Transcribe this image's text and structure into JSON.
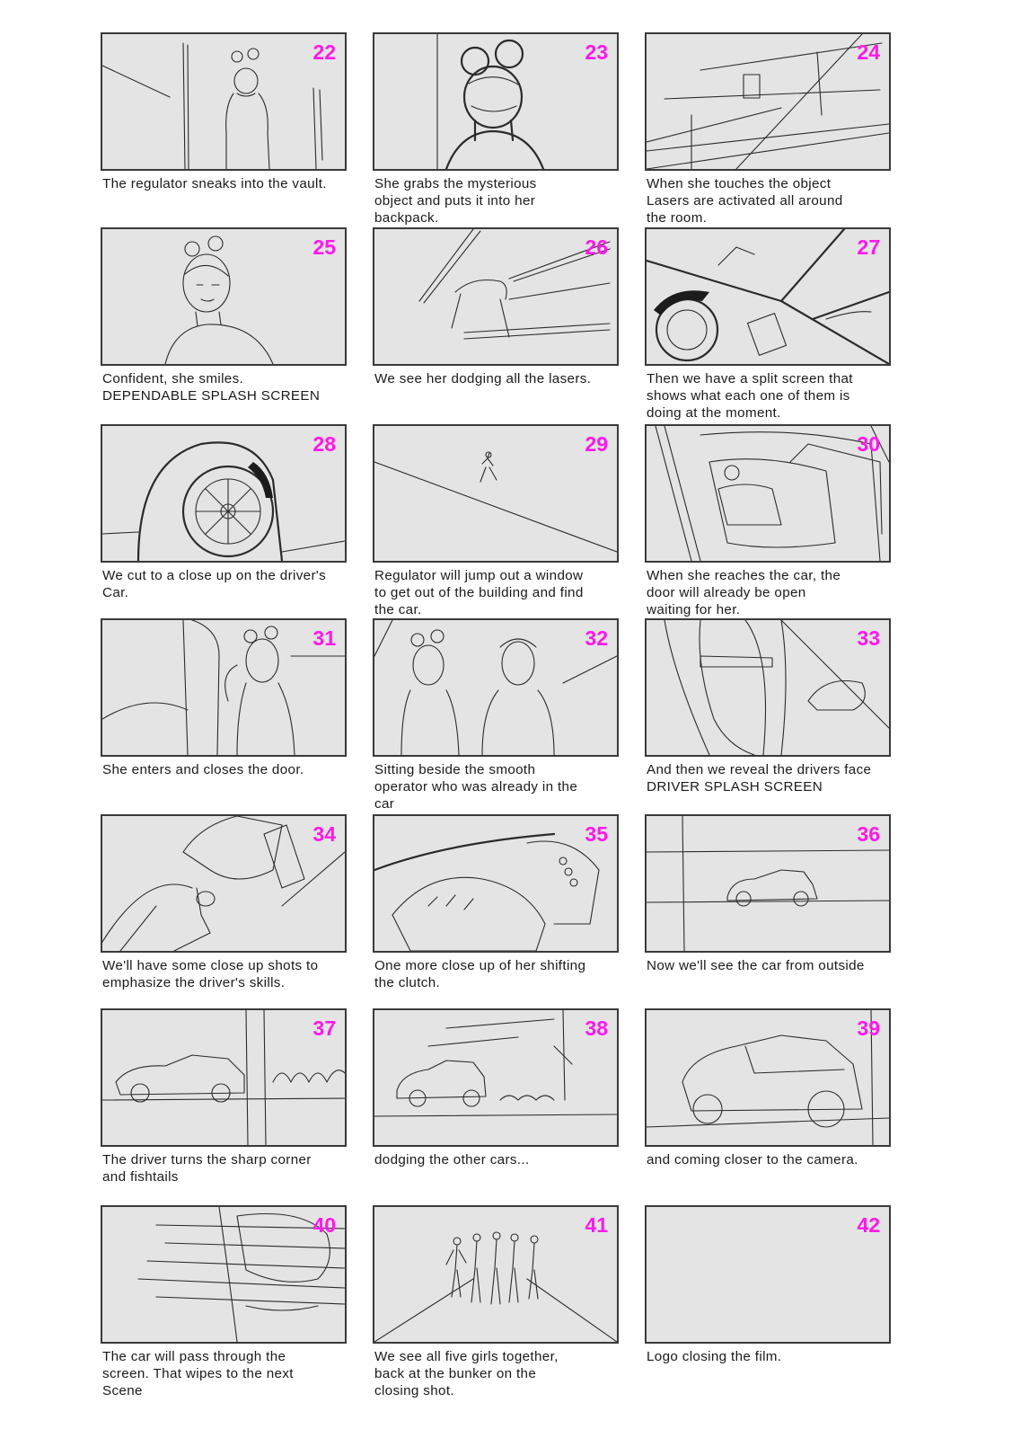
{
  "panels": [
    {
      "number": "22",
      "caption": [
        "The regulator sneaks into the vault."
      ]
    },
    {
      "number": "23",
      "caption": [
        "She grabs the mysterious",
        "object and puts it into her",
        "backpack."
      ]
    },
    {
      "number": "24",
      "caption": [
        "When she touches the object",
        "Lasers are activated all around",
        "the room."
      ]
    },
    {
      "number": "25",
      "caption": [
        "Confident, she smiles.",
        "DEPENDABLE SPLASH SCREEN"
      ]
    },
    {
      "number": "26",
      "caption": [
        "We see her dodging all the lasers."
      ]
    },
    {
      "number": "27",
      "caption": [
        "Then we have a split screen that",
        "shows what each one of them is",
        "doing at the moment."
      ]
    },
    {
      "number": "28",
      "caption": [
        "We cut to a close up on the driver's",
        "Car."
      ]
    },
    {
      "number": "29",
      "caption": [
        "Regulator will jump out a window",
        "to get out of the building and find",
        "the car."
      ]
    },
    {
      "number": "30",
      "caption": [
        "When she reaches the car, the",
        "door will already be open",
        "waiting for her."
      ]
    },
    {
      "number": "31",
      "caption": [
        "She enters and closes the door."
      ]
    },
    {
      "number": "32",
      "caption": [
        "Sitting beside the smooth",
        "operator who was already in the",
        "car"
      ]
    },
    {
      "number": "33",
      "caption": [
        "And then we reveal the drivers face",
        "DRIVER SPLASH SCREEN"
      ]
    },
    {
      "number": "34",
      "caption": [
        "We'll have some close up shots to",
        "emphasize the driver's skills."
      ]
    },
    {
      "number": "35",
      "caption": [
        "One more close up of her shifting",
        "the clutch."
      ]
    },
    {
      "number": "36",
      "caption": [
        "Now we'll see the car from outside"
      ]
    },
    {
      "number": "37",
      "caption": [
        "The driver turns the sharp corner",
        "and fishtails"
      ]
    },
    {
      "number": "38",
      "caption": [
        "dodging the other cars..."
      ]
    },
    {
      "number": "39",
      "caption": [
        "and coming closer to the camera."
      ]
    },
    {
      "number": "40",
      "caption": [
        "The car will pass through the",
        "screen. That wipes to the next",
        "Scene"
      ]
    },
    {
      "number": "41",
      "caption": [
        "We see all five girls together,",
        "back at the bunker on the",
        "closing shot."
      ]
    },
    {
      "number": "42",
      "caption": [
        "Logo closing the film."
      ]
    }
  ],
  "colors": {
    "panel_number": "#ff19e8",
    "panel_background": "#e4e4e4",
    "frame_border": "#3a3a3a"
  }
}
